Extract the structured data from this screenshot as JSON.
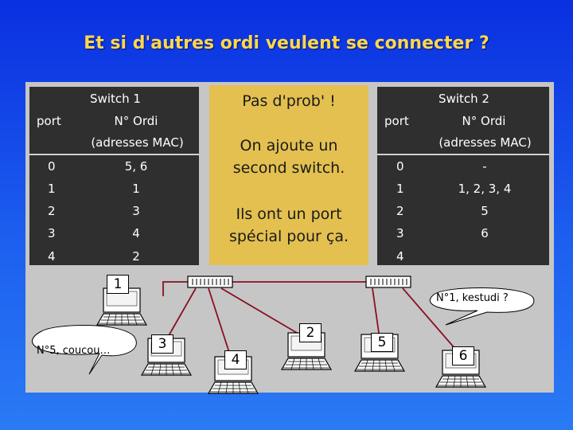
{
  "slide": {
    "title": "Et si d'autres ordi veulent se connecter ?"
  },
  "switch1": {
    "title": "Switch 1",
    "col_port": "port",
    "col_ordi": "N° Ordi",
    "col_ordi_sub": "(adresses MAC)",
    "rows": [
      {
        "port": "0",
        "ordi": "5, 6"
      },
      {
        "port": "1",
        "ordi": "1"
      },
      {
        "port": "2",
        "ordi": "3"
      },
      {
        "port": "3",
        "ordi": "4"
      },
      {
        "port": "4",
        "ordi": "2"
      }
    ]
  },
  "switch2": {
    "title": "Switch 2",
    "col_port": "port",
    "col_ordi": "N° Ordi",
    "col_ordi_sub": "(adresses MAC)",
    "rows": [
      {
        "port": "0",
        "ordi": "-"
      },
      {
        "port": "1",
        "ordi": "1, 2, 3, 4"
      },
      {
        "port": "2",
        "ordi": "5"
      },
      {
        "port": "3",
        "ordi": "6"
      },
      {
        "port": "4",
        "ordi": ""
      }
    ]
  },
  "middle_box": {
    "line1": "Pas d'prob' !",
    "line2": "On ajoute un",
    "line3": "second switch.",
    "line4": "Ils ont un port",
    "line5": "spécial pour ça."
  },
  "network": {
    "computers": [
      "1",
      "3",
      "4",
      "2",
      "5",
      "6"
    ],
    "bubble_left": "N°5, coucou…",
    "bubble_right": "N°1, kestudi ?"
  },
  "colors": {
    "title": "#ffd84a",
    "background": "#1e62f0",
    "table": "#2f2f2f",
    "note": "#e3c050"
  }
}
